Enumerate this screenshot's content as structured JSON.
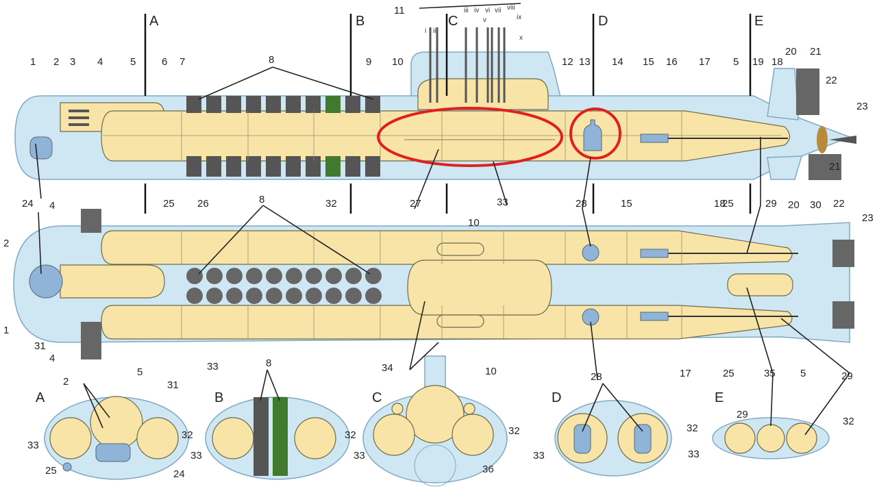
{
  "title": "Submarine general arrangement diagram",
  "colors": {
    "hull": "#cfe6f3",
    "pressure_hull": "#f7e4a6",
    "missile_tube": "#555555",
    "missile_tube_green": "#3f7a2f",
    "highlight": "#e02020",
    "tank": "#8fb4d8"
  },
  "section_labels": [
    "A",
    "B",
    "C",
    "D",
    "E"
  ],
  "section_view_labels": [
    "A",
    "B",
    "C",
    "D",
    "E"
  ],
  "mast_labels": [
    "i",
    "ii",
    "iii",
    "iv",
    "v",
    "vi",
    "vii",
    "viii",
    "ix",
    "x"
  ],
  "labels": [
    "1",
    "2",
    "3",
    "4",
    "5",
    "6",
    "7",
    "8",
    "9",
    "10",
    "11",
    "12",
    "13",
    "14",
    "15",
    "16",
    "17",
    "5",
    "19",
    "18",
    "20",
    "21",
    "22",
    "23",
    "24",
    "25",
    "26",
    "8",
    "32",
    "27",
    "33",
    "28",
    "15",
    "25",
    "29",
    "20",
    "30",
    "22",
    "18",
    "23",
    "21",
    "2",
    "1",
    "31",
    "4",
    "4",
    "10",
    "33",
    "34",
    "10",
    "17",
    "25",
    "35",
    "5",
    "29",
    "28",
    "2",
    "31",
    "5",
    "33",
    "32",
    "25",
    "24",
    "8",
    "32",
    "33",
    "32",
    "33",
    "36",
    "32",
    "33",
    "29",
    "32",
    "33"
  ],
  "highlights": [
    {
      "shape": "ellipse",
      "color": "#e02020"
    },
    {
      "shape": "circle",
      "color": "#e02020"
    }
  ]
}
